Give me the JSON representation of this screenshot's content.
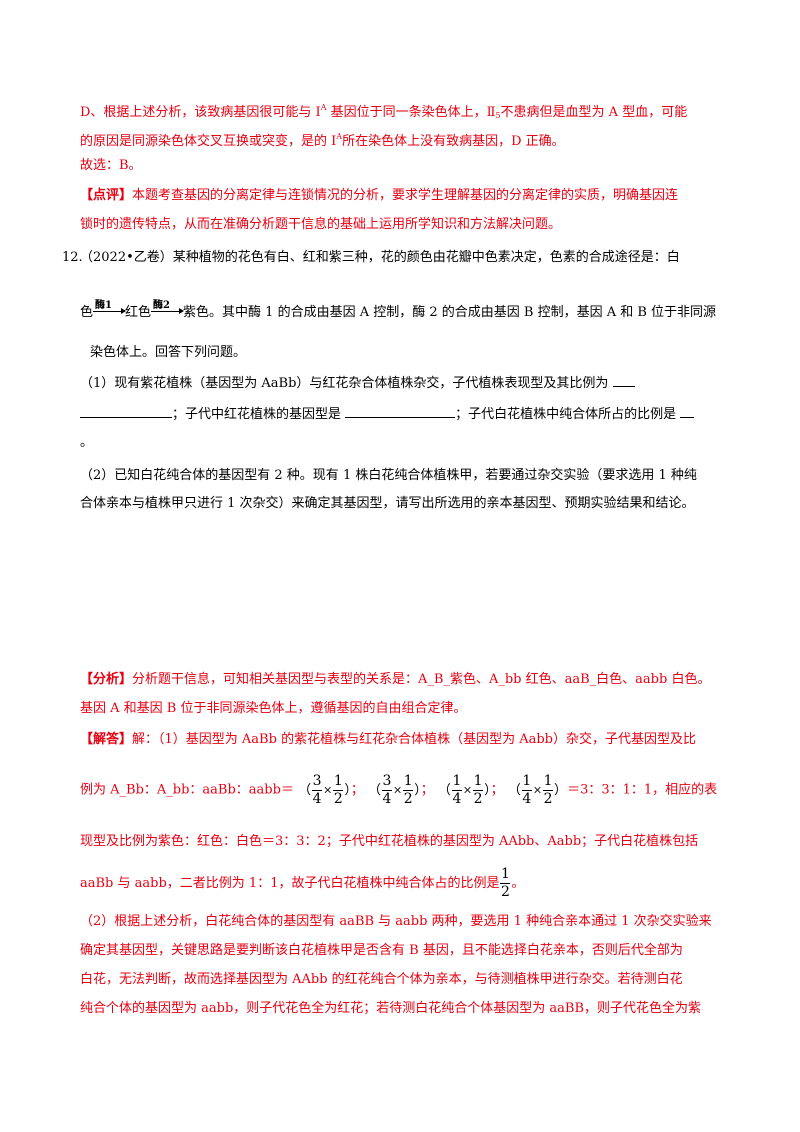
{
  "lines": {
    "l1": {
      "a": "D、根据上述分析，该致病基因很可能与 I",
      "sup": "A",
      "b": " 基因位于同一条染色体上，Ⅱ",
      "sub": "5",
      "c": "不患病但是血型为 A 型血，可能"
    },
    "l2": {
      "a": "的原因是同源染色体交叉互换或突变，是的 I",
      "sup": "A",
      "b": "所在染色体上没有致病基因，D 正确。"
    },
    "l3": "故选：B。",
    "l4": {
      "tag": "【点评】",
      "text": "本题考查基因的分离定律与连锁情况的分析，要求学生理解基因的分离定律的实质，明确基因连"
    },
    "l5": "锁时的遗传特点，从而在准确分析题干信息的基础上运用所学知识和方法解决问题。",
    "q12": {
      "num": "12.",
      "l1": "（2022•乙卷）某种植物的花色有白、红和紫三种，花的颜色由花瓣中色素决定，色素的合成途径是：白",
      "l2a": "色",
      "enz1": "酶1",
      "l2b": "红色",
      "enz2": "酶2",
      "l2c": "紫色。其中酶 1 的合成由基因 A 控制，酶 2 的合成由基因 B 控制，基因 A 和 B 位于非同源",
      "l3": "染色体上。回答下列问题。",
      "l4": "（1）现有紫花植株（基因型为 AaBb）与红花杂合体植株杂交，子代植株表现型及其比例为",
      "l5a": "；子代中红花植株的基因型是",
      "l5b": "；子代白花植株中纯合体所占的比例是",
      "l6": "。",
      "l7": "（2）已知白花纯合体的基因型有 2 种。现有 1 株白花纯合体植株甲，若要通过杂交实验（要求选用 1 种纯",
      "l8": "合体亲本与植株甲只进行 1 次杂交）来确定其基因型，请写出所选用的亲本基因型、预期实验结果和结论。"
    },
    "a1": {
      "tag": "【分析】",
      "text": "分析题干信息，可知相关基因型与表型的关系是：A_B_紫色、A_bb 红色、aaB_白色、aabb 白色。"
    },
    "a2": "基因 A 和基因 B 位于非同源染色体上，遵循基因的自由组合定律。",
    "a3": {
      "tag": "【解答】",
      "text": "解：（1）基因型为 AaBb 的紫花植株与红花杂合体植株（基因型为 Aabb）杂交，子代基因型及比"
    },
    "a4": {
      "a": "例为 A_Bb：A_bb：aaBb：aabb＝",
      "sep": "；",
      "b": "＝3：3：1：1，相应的表",
      "fracs": [
        {
          "n1": "3",
          "d1": "4",
          "n2": "1",
          "d2": "2"
        },
        {
          "n1": "3",
          "d1": "4",
          "n2": "1",
          "d2": "2"
        },
        {
          "n1": "1",
          "d1": "4",
          "n2": "1",
          "d2": "2"
        },
        {
          "n1": "1",
          "d1": "4",
          "n2": "1",
          "d2": "2"
        }
      ],
      "lp": "（",
      "rp": "）",
      "times": "×"
    },
    "a5": "现型及比例为紫色：红色：白色＝3：3：2；子代中红花植株的基因型为 AAbb、Aabb；子代白花植株包括",
    "a6": {
      "text": "aaBb 与 aabb，二者比例为 1：1，故子代白花植株中纯合体占的比例是",
      "n": "1",
      "d": "2",
      "end": "。"
    },
    "a7": "（2）根据上述分析，白花纯合体的基因型有 aaBB 与 aabb 两种，要选用 1 种纯合亲本通过 1 次杂交实验来",
    "a8": "确定其基因型，关键思路是要判断该白花植株甲是否含有 B 基因，且不能选择白花亲本，否则后代全部为",
    "a9": "白花，无法判断，故而选择基因型为 AAbb 的红花纯合个体为亲本，与待测植株甲进行杂交。若待测白花",
    "a10": "纯合个体的基因型为 aabb，则子代花色全为红花；若待测白花纯合个体基因型为 aaBB，则子代花色全为紫"
  }
}
